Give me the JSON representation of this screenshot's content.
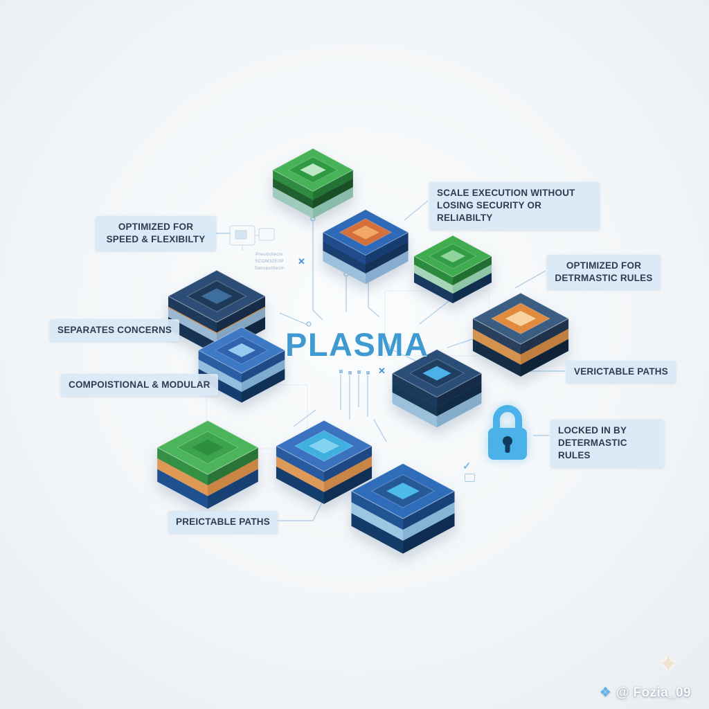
{
  "title": "PLASMA",
  "colors": {
    "background": "#f3f6f8",
    "title_text": "#3f9ad2",
    "label_bg": "#d9e9f4",
    "label_text": "#2e3d4d",
    "trace": "#a6c9e4",
    "lock": "#4ab2e8",
    "green": "#46b157",
    "blue": "#2f6ab8",
    "navy": "#2b4a70",
    "orange": "#e08b3f",
    "cyan": "#47b7e6"
  },
  "labels": [
    {
      "id": "optimized-speed",
      "text": "OPTIMIZED FOR SPEED & FLEXIBILTY"
    },
    {
      "id": "scale-execution",
      "text": "SCALE EXECUTION WITHOUT LOSING SECURITY OR RELIABILTY"
    },
    {
      "id": "optimized-deterministic",
      "text": "OPTIMIZED FOR DETRMASTIC RULES"
    },
    {
      "id": "separates-concerns",
      "text": "SEPARATES CONCERNS"
    },
    {
      "id": "compositional-modular",
      "text": "COMPOISTIONAL & MODULAR"
    },
    {
      "id": "verictable-paths",
      "text": "VERICTABLE PATHS"
    },
    {
      "id": "locked-in",
      "text": "LOCKED IN BY DETERMASTIC RULES"
    },
    {
      "id": "preictable-paths",
      "text": "PREICTABLE PATHS"
    }
  ],
  "icons": {
    "watermark_diamond": "❖",
    "sparkle": "✦",
    "x_mark": "✕",
    "check": "✓",
    "lock": "padlock"
  },
  "decorations": {
    "faint_note_lines": [
      "Preudstiecte",
      "SCOM32E0P",
      "Sanspotilecm"
    ]
  },
  "watermark": {
    "handle": "@ Fozia_09"
  },
  "blocks": [
    {
      "name": "chip-green-top"
    },
    {
      "name": "chip-blue-orange-top"
    },
    {
      "name": "chip-green-right"
    },
    {
      "name": "chip-navy-orange-right"
    },
    {
      "name": "chip-navy-left"
    },
    {
      "name": "chip-blue-left"
    },
    {
      "name": "chip-navy-center-right"
    },
    {
      "name": "chip-green-orange-bottom-left"
    },
    {
      "name": "chip-blue-orange-bottom-center"
    },
    {
      "name": "chip-blue-bottom"
    }
  ]
}
